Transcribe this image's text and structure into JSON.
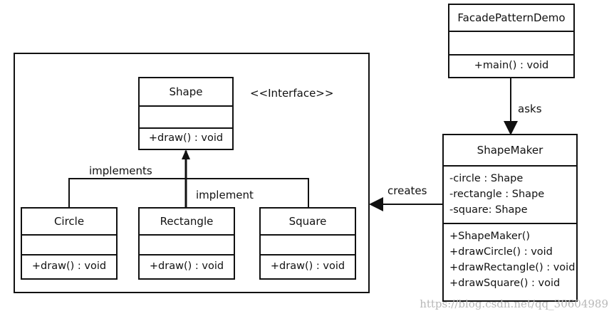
{
  "classes": {
    "facade": {
      "name": "FacadePatternDemo",
      "ops": [
        "+main()  : void"
      ]
    },
    "shape_maker": {
      "name": "ShapeMaker",
      "attrs": [
        "-circle : Shape",
        "-rectangle : Shape",
        "-square:  Shape"
      ],
      "ops": [
        "+ShapeMaker()",
        "+drawCircle()  : void",
        "+drawRectangle()  : void",
        "+drawSquare()  : void"
      ]
    },
    "shape": {
      "name": "Shape",
      "stereotype": "<<Interface>>",
      "ops": [
        "+draw()  : void"
      ]
    },
    "circle": {
      "name": "Circle",
      "ops": [
        "+draw()  : void"
      ]
    },
    "rectangle": {
      "name": "Rectangle",
      "ops": [
        "+draw()  : void"
      ]
    },
    "square": {
      "name": "Square",
      "ops": [
        "+draw()  : void"
      ]
    }
  },
  "relations": {
    "asks": "asks",
    "creates": "creates",
    "implements": "implements",
    "implement": "implement"
  },
  "watermark": "https://blog.csdn.net/qq_30604989"
}
